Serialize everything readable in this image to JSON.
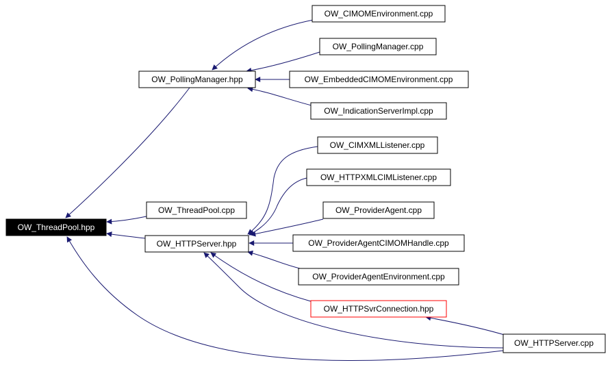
{
  "diagram": {
    "nodes": {
      "threadpool_hpp": "OW_ThreadPool.hpp",
      "pollingmanager_hpp": "OW_PollingManager.hpp",
      "httpserver_hpp": "OW_HTTPServer.hpp",
      "threadpool_cpp": "OW_ThreadPool.cpp",
      "cimomenvironment_cpp": "OW_CIMOMEnvironment.cpp",
      "pollingmanager_cpp": "OW_PollingManager.cpp",
      "embeddedcimomenvironment_cpp": "OW_EmbeddedCIMOMEnvironment.cpp",
      "indicationserverimpl_cpp": "OW_IndicationServerImpl.cpp",
      "cimxmllistener_cpp": "OW_CIMXMLListener.cpp",
      "httpxmlcimlistener_cpp": "OW_HTTPXMLCIMListener.cpp",
      "provideragent_cpp": "OW_ProviderAgent.cpp",
      "provideragentcimomhandle_cpp": "OW_ProviderAgentCIMOMHandle.cpp",
      "provideragentenvironment_cpp": "OW_ProviderAgentEnvironment.cpp",
      "httpsvrconnection_hpp": "OW_HTTPSvrConnection.hpp",
      "httpserver_cpp": "OW_HTTPServer.cpp"
    },
    "colors": {
      "edge": "#191970",
      "root_fill": "#000000",
      "root_text": "#ffffff",
      "highlight_border": "#ff0000",
      "node_border": "#000000"
    }
  }
}
